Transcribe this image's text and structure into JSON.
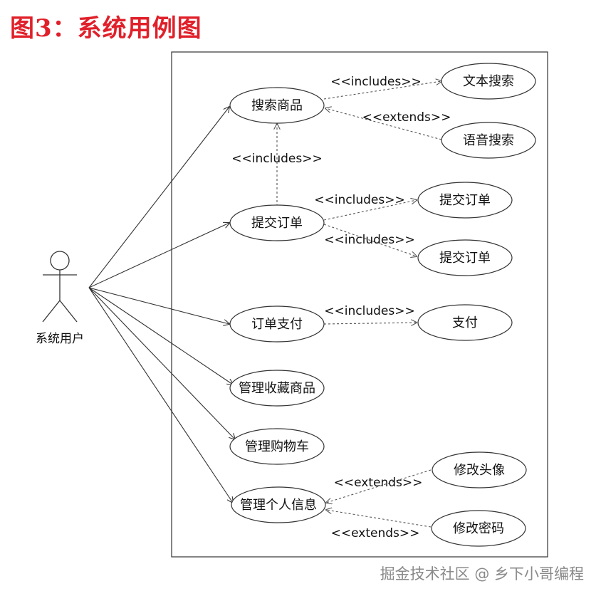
{
  "title": "图3：系统用例图",
  "watermark": "掘金技术社区 @ 乡下小哥编程",
  "actor": {
    "name": "系统用户"
  },
  "use_cases": {
    "search": "搜索商品",
    "text_search": "文本搜索",
    "voice_search": "语音搜索",
    "submit_order": "提交订单",
    "submit_order_a": "提交订单",
    "submit_order_b": "提交订单",
    "pay_order": "订单支付",
    "pay": "支付",
    "manage_favorites": "管理收藏商品",
    "manage_cart": "管理购物车",
    "manage_profile": "管理个人信息",
    "edit_avatar": "修改头像",
    "edit_password": "修改密码"
  },
  "relations": {
    "search_text": "<<includes>>",
    "voice_search": "<<extends>>",
    "order_search": "<<includes>>",
    "order_a": "<<includes>>",
    "order_b": "<<includes>>",
    "pay": "<<includes>>",
    "avatar": "<<extends>>",
    "password": "<<extends>>"
  },
  "colors": {
    "title": "#e0202a",
    "stroke": "#333333",
    "watermark": "#8a8a8a"
  }
}
